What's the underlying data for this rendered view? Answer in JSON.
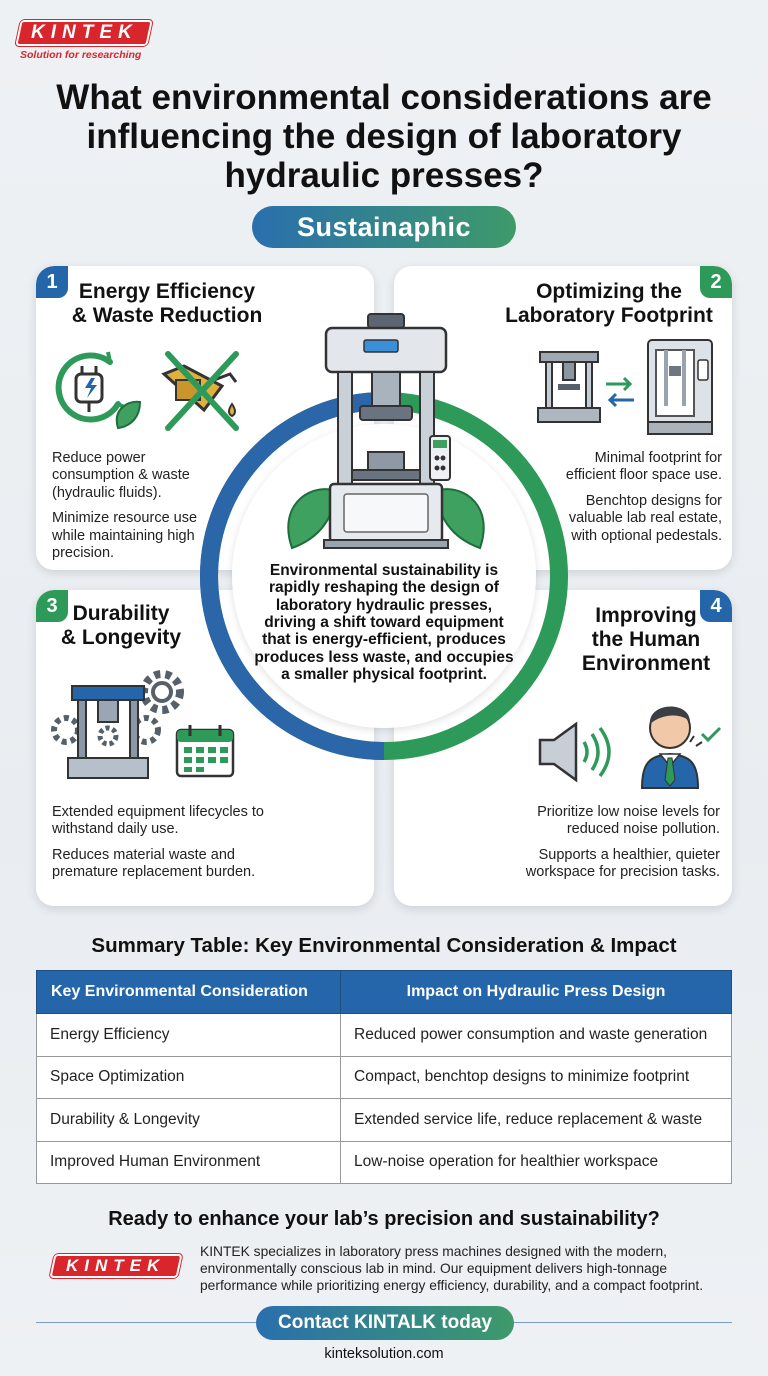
{
  "brand": {
    "name": "KINTEK",
    "tagline": "Solution for researching",
    "colors": {
      "red": "#d9262c",
      "blue": "#2466a9",
      "green": "#2e9a5a"
    }
  },
  "title": "What environmental considerations are influencing the design of laboratory hydraulic presses?",
  "subtitle_pill": "Sustainaphic",
  "center_text": "Environmental sustainability is rapidly reshaping the design of laboratory hydraulic presses, driving a shift toward equipment that is energy-efficient, produces produces less waste, and occupies a smaller physical footprint.",
  "cards": [
    {
      "number": "1",
      "title_line1": "Energy Efficiency",
      "title_line2": "& Waste Reduction",
      "icons": [
        "power-plug-leaf-icon",
        "crossed-oil-can-icon"
      ],
      "points": [
        "Reduce power consumption & waste (hydraulic fluids).",
        "Minimize resource use while maintaining high precision."
      ]
    },
    {
      "number": "2",
      "title_line1": "Optimizing the",
      "title_line2": "Laboratory Footprint",
      "icons": [
        "benchtop-press-icon",
        "swap-arrows-icon",
        "floor-press-icon"
      ],
      "points": [
        "Minimal footprint for efficient floor space use.",
        "Benchtop designs for valuable lab real estate, with optional pedestals."
      ]
    },
    {
      "number": "3",
      "title_line1": "Durability",
      "title_line2": "& Longevity",
      "icons": [
        "press-gears-icon",
        "calendar-icon"
      ],
      "points": [
        "Extended equipment lifecycles to withstand daily use.",
        "Reduces material waste and premature replacement burden."
      ]
    },
    {
      "number": "4",
      "title_line1": "Improving",
      "title_line2": "the Human",
      "title_line3": "Environment",
      "icons": [
        "speaker-icon",
        "worker-icon"
      ],
      "points": [
        "Prioritize low noise levels for reduced noise pollution.",
        "Supports a healthier, quieter workspace for precision tasks."
      ]
    }
  ],
  "table": {
    "title": "Summary Table: Key Environmental Consideration & Impact",
    "headers": [
      "Key Environmental Consideration",
      "Impact on Hydraulic Press Design"
    ],
    "rows": [
      [
        "Energy Efficiency",
        "Reduced power consumption and waste generation"
      ],
      [
        "Space Optimization",
        "Compact, benchtop designs to minimize footprint"
      ],
      [
        "Durability & Longevity",
        "Extended service life, reduce replacement & waste"
      ],
      [
        "Improved Human Environment",
        "Low-noise operation for healthier workspace"
      ]
    ]
  },
  "cta": {
    "heading": "Ready to enhance your lab’s precision and sustainability?",
    "body": "KINTEK specializes in laboratory press machines designed with the modern, environmentally conscious lab in mind. Our equipment delivers high-tonnage performance while prioritizing energy efficiency, durability, and a compact footprint.",
    "button": "Contact KINTALK today",
    "website": "kinteksolution.com"
  }
}
